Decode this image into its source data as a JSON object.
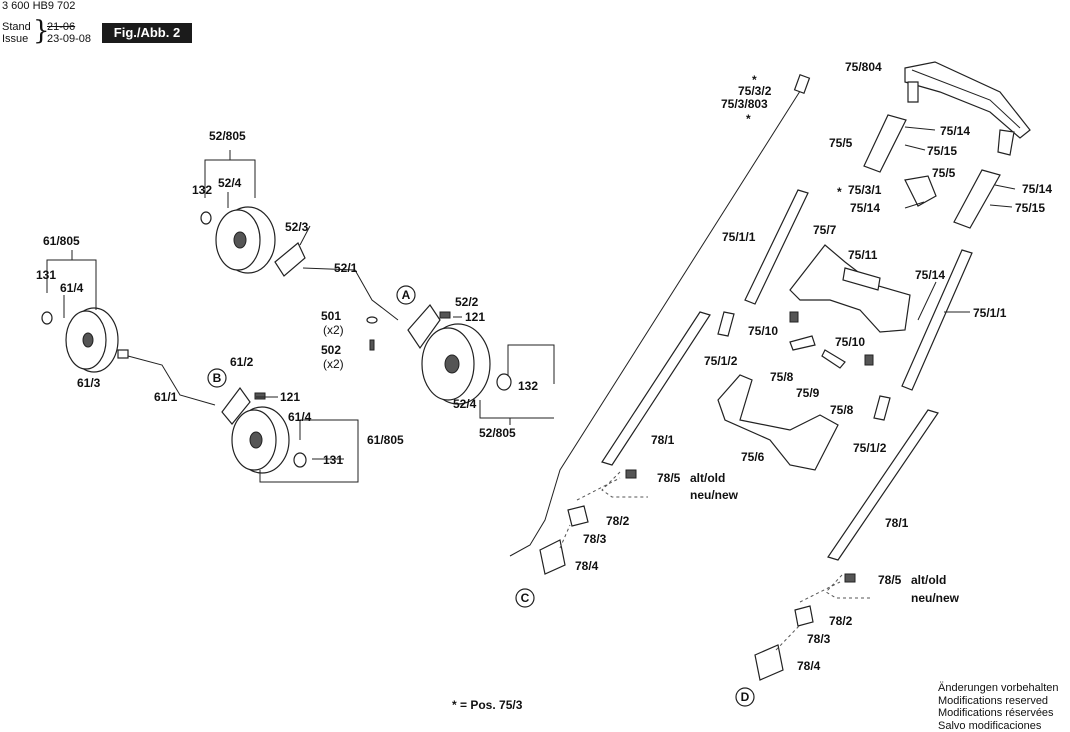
{
  "header": {
    "doc_number": "3 600 HB9 702",
    "stand_label": "Stand",
    "issue_label": "Issue",
    "brace": "}",
    "old_date": "21-06",
    "new_date": "23-09-08",
    "figure_label": "Fig./Abb. 2"
  },
  "labels": {
    "l_75_804": "75/804",
    "l_star_top": "*",
    "l_75_3_2": "75/3/2",
    "l_75_3_803": "75/3/803",
    "l_star_b": "*",
    "l_75_14_a": "75/14",
    "l_75_15_a": "75/15",
    "l_75_5_a": "75/5",
    "l_75_5_b": "75/5",
    "l_75_14_b": "75/14",
    "l_75_15_b": "75/15",
    "l_star_c": "*",
    "l_75_3_1": "75/3/1",
    "l_75_14_c": "75/14",
    "l_75_1_1_a": "75/1/1",
    "l_75_7": "75/7",
    "l_75_11": "75/11",
    "l_75_14_d": "75/14",
    "l_75_1_1_b": "75/1/1",
    "l_75_10_a": "75/10",
    "l_75_10_b": "75/10",
    "l_75_1_2_a": "75/1/2",
    "l_75_8_a": "75/8",
    "l_75_9": "75/9",
    "l_75_8_b": "75/8",
    "l_75_1_2_b": "75/1/2",
    "l_78_1_a": "78/1",
    "l_75_6": "75/6",
    "l_78_5_a": "78/5",
    "l_altold_a": "alt/old",
    "l_neunew_a": "neu/new",
    "l_78_2_a": "78/2",
    "l_78_3_a": "78/3",
    "l_78_4_a": "78/4",
    "l_78_1_b": "78/1",
    "l_78_5_b": "78/5",
    "l_altold_b": "alt/old",
    "l_neunew_b": "neu/new",
    "l_78_2_b": "78/2",
    "l_78_3_b": "78/3",
    "l_78_4_b": "78/4",
    "l_52_805_a": "52/805",
    "l_132_a": "132",
    "l_52_4_a": "52/4",
    "l_52_3": "52/3",
    "l_52_1": "52/1",
    "l_61_805_a": "61/805",
    "l_131_a": "131",
    "l_61_4_a": "61/4",
    "l_52_2": "52/2",
    "l_121_a": "121",
    "l_501": "501",
    "l_x2_a": "(x2)",
    "l_502": "502",
    "l_x2_b": "(x2)",
    "l_61_3": "61/3",
    "l_61_1": "61/1",
    "l_61_2": "61/2",
    "l_121_b": "121",
    "l_61_4_b": "61/4",
    "l_61_805_b": "61/805",
    "l_131_b": "131",
    "l_132_b": "132",
    "l_52_4_b": "52/4",
    "l_52_805_b": "52/805"
  },
  "callouts": {
    "A": "A",
    "B": "B",
    "C": "C",
    "D": "D"
  },
  "position_note": "* = Pos. 75/3",
  "footer": {
    "line1": "Änderungen vorbehalten",
    "line2": "Modifications reserved",
    "line3": "Modifications réservées",
    "line4": "Salvo modificaciones"
  },
  "colors": {
    "ink": "#111111",
    "badge_bg": "#1b1b1b",
    "part_fill": "#ffffff"
  }
}
